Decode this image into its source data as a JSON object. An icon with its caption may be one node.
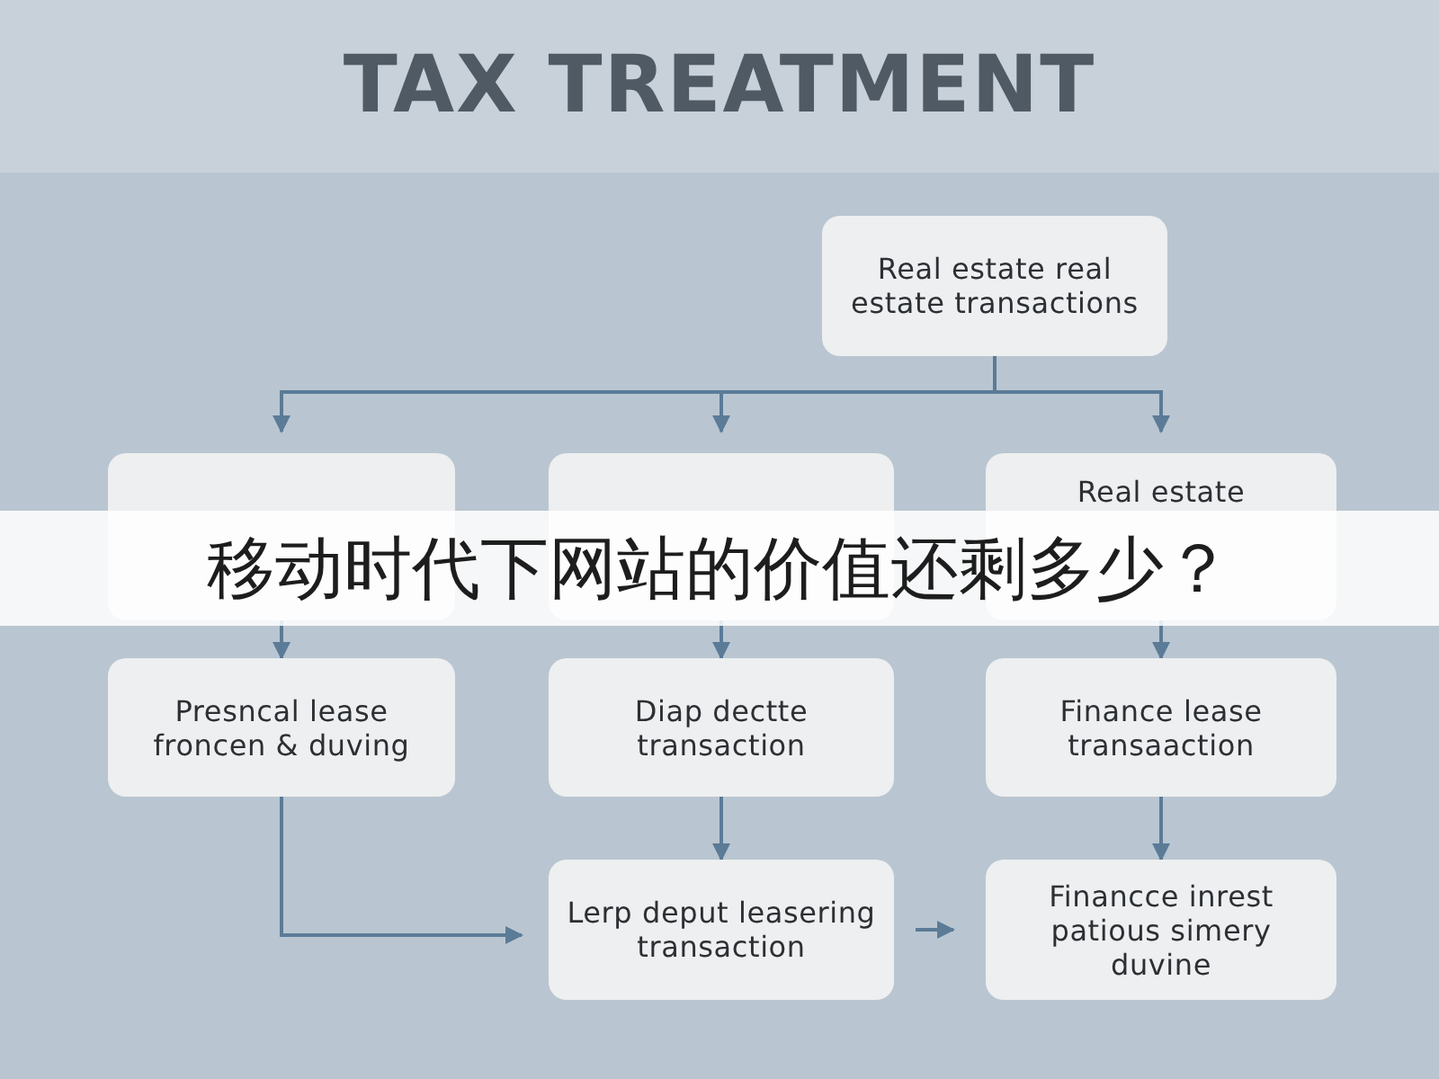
{
  "diagram": {
    "title": "TAX TREATMENT",
    "nodes": [
      {
        "text": [
          "Real estate real estate transactions"
        ]
      },
      {
        "text": [],
        "shape": "box"
      },
      {
        "text": [],
        "shape": "box"
      },
      {
        "text": [
          "Real estate"
        ]
      },
      {
        "text": [
          "Presncal lease froncen & duving"
        ]
      },
      {
        "text": [
          "Diap dectte transaction"
        ]
      },
      {
        "text": [
          "Finance lease transaaction"
        ]
      },
      {
        "text": [
          "Lerp deput leasering transaction"
        ]
      },
      {
        "text": [
          "Financce inrest patious simery duvine"
        ]
      }
    ],
    "edges": [
      {
        "from": 0,
        "to": 1,
        "arrow": "to"
      },
      {
        "from": 0,
        "to": 2,
        "arrow": "to"
      },
      {
        "from": 0,
        "to": 3,
        "arrow": "to"
      },
      {
        "from": 1,
        "to": 4,
        "arrow": "to"
      },
      {
        "from": 2,
        "to": 5,
        "arrow": "to"
      },
      {
        "from": 3,
        "to": 6,
        "arrow": "to"
      },
      {
        "from": 4,
        "to": 7,
        "arrow": "to"
      },
      {
        "from": 5,
        "to": 7,
        "arrow": "to"
      },
      {
        "from": 6,
        "to": 8,
        "arrow": "to"
      },
      {
        "from": 7,
        "to": 8,
        "arrow": "to"
      }
    ],
    "labels": [
      "移动时代下网站的价值还剩多少？"
    ]
  }
}
